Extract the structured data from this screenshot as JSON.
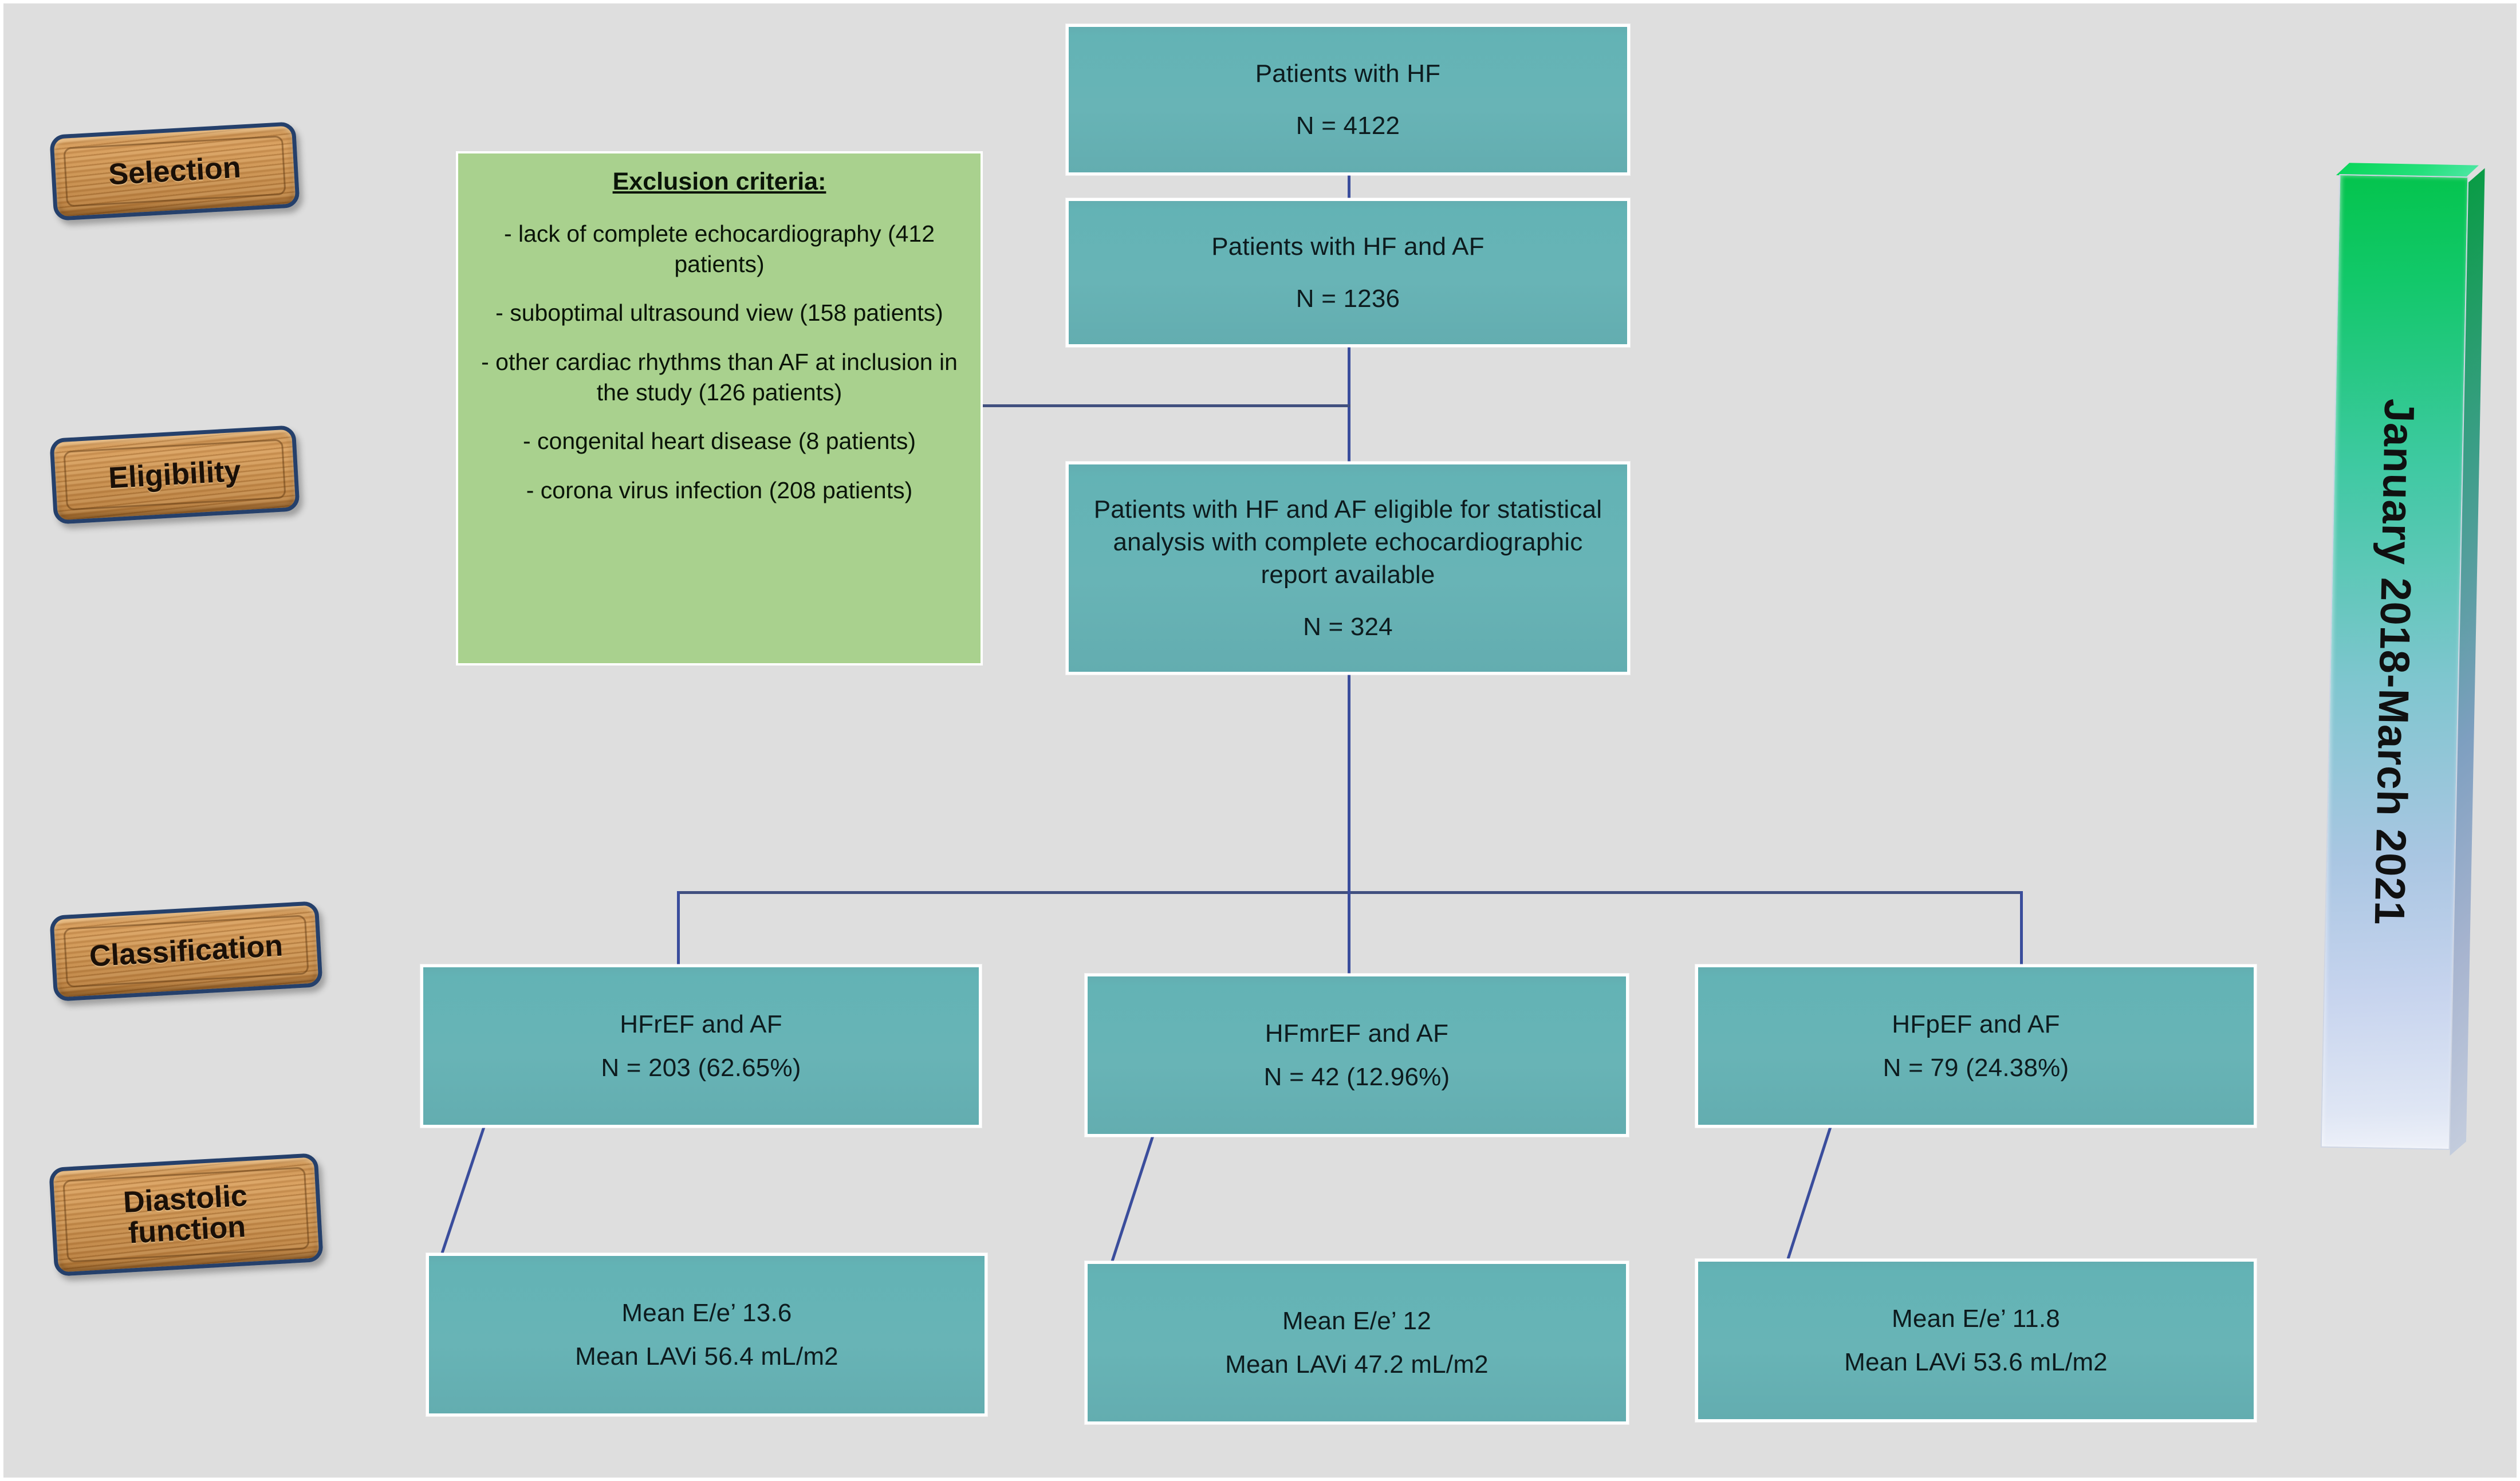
{
  "colors": {
    "background": "#dedede",
    "box_fill": "#63b3b5",
    "box_border": "#ffffff",
    "exclusion_fill": "#a9d18e",
    "connector": "#3a4d9c",
    "plaque_wood": "#c9904f",
    "plaque_rim": "#25406b",
    "banner_top": "#04c44d",
    "banner_bottom": "#eef1f9"
  },
  "stage_labels": [
    {
      "id": "selection",
      "label": "Selection"
    },
    {
      "id": "eligibility",
      "label": "Eligibility"
    },
    {
      "id": "classification",
      "label": "Classification"
    },
    {
      "id": "diastolic-function",
      "label": "Diastolic\nfunction",
      "line1": "Diastolic",
      "line2": "function"
    }
  ],
  "date_banner": {
    "label": "January 2018-March 2021"
  },
  "exclusion": {
    "title": "Exclusion criteria:",
    "items": [
      "- lack of complete echocardiography (412 patients)",
      "- suboptimal ultrasound view (158 patients)",
      "- other cardiac rhythms than AF at inclusion in the study (126 patients)",
      "- congenital heart disease (8 patients)",
      "- corona virus infection (208 patients)"
    ]
  },
  "flow": {
    "node_total": {
      "line1": "Patients with HF",
      "line2": "N = 4122",
      "n": 4122
    },
    "node_hf_af": {
      "line1": "Patients with HF and AF",
      "line2": "N = 1236",
      "n": 1236
    },
    "node_eligible": {
      "line1": "Patients with HF and AF eligible for statistical analysis with complete echocardiographic report available",
      "line2": "N = 324",
      "n": 324
    },
    "groups": [
      {
        "id": "hfref",
        "line1": "HFrEF and AF",
        "line2": "N = 203 (62.65%)",
        "n": 203,
        "percent": 62.65,
        "diastolic": {
          "line1": "Mean E/e’ 13.6",
          "line2": "Mean LAVi 56.4 mL/m2",
          "e_over_e_prime": 13.6,
          "lavi": 56.4
        }
      },
      {
        "id": "hfmref",
        "line1": "HFmrEF and AF",
        "line2": "N = 42 (12.96%)",
        "n": 42,
        "percent": 12.96,
        "diastolic": {
          "line1": "Mean E/e’ 12",
          "line2": "Mean LAVi 47.2 mL/m2",
          "e_over_e_prime": 12,
          "lavi": 47.2
        }
      },
      {
        "id": "hfpef",
        "line1": "HFpEF and AF",
        "line2": "N = 79 (24.38%)",
        "n": 79,
        "percent": 24.38,
        "diastolic": {
          "line1": "Mean E/e’ 11.8",
          "line2": "Mean LAVi 53.6 mL/m2",
          "e_over_e_prime": 11.8,
          "lavi": 53.6
        }
      }
    ]
  }
}
